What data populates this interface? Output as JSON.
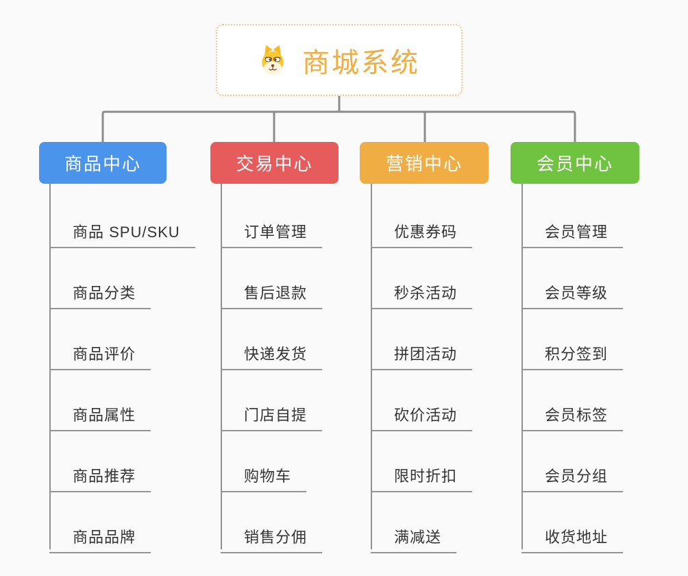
{
  "root": {
    "title": "商城系统",
    "icon": "shiba-dog-icon",
    "title_color": "#f1ac42",
    "border_color": "#f5c88c"
  },
  "branches": [
    {
      "label": "商品中心",
      "color": "#4b94ec",
      "items": [
        "商品 SPU/SKU",
        "商品分类",
        "商品评价",
        "商品属性",
        "商品推荐",
        "商品品牌"
      ]
    },
    {
      "label": "交易中心",
      "color": "#e65c5c",
      "items": [
        "订单管理",
        "售后退款",
        "快递发货",
        "门店自提",
        "购物车",
        "销售分佣"
      ]
    },
    {
      "label": "营销中心",
      "color": "#efad43",
      "items": [
        "优惠券码",
        "秒杀活动",
        "拼团活动",
        "砍价活动",
        "限时折扣",
        "满减送"
      ]
    },
    {
      "label": "会员中心",
      "color": "#70c340",
      "items": [
        "会员管理",
        "会员等级",
        "积分签到",
        "会员标签",
        "会员分组",
        "收货地址"
      ]
    }
  ],
  "colors": {
    "background": "#fafafa",
    "connector_line": "#8c8c8c",
    "leaf_underline": "#949494",
    "leaf_text": "#333333",
    "branch_text": "#ffffff"
  }
}
